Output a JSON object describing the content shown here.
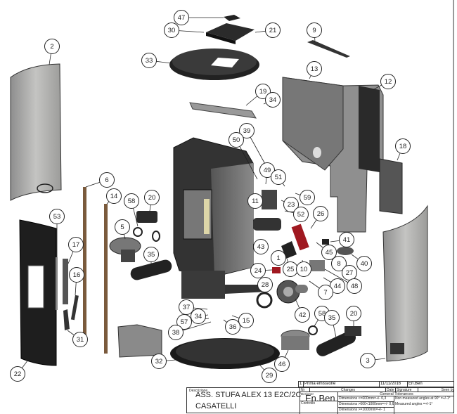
{
  "drawing": {
    "title": "Exploded view – ASS. STUFA ALEX 13 E2C/2C",
    "callouts": [
      {
        "id": "47",
        "label": "47"
      },
      {
        "id": "30",
        "label": "30"
      },
      {
        "id": "21",
        "label": "21"
      },
      {
        "id": "33",
        "label": "33"
      },
      {
        "id": "2",
        "label": "2"
      },
      {
        "id": "9",
        "label": "9"
      },
      {
        "id": "13",
        "label": "13"
      },
      {
        "id": "12",
        "label": "12"
      },
      {
        "id": "19",
        "label": "19"
      },
      {
        "id": "34a",
        "label": "34"
      },
      {
        "id": "39",
        "label": "39"
      },
      {
        "id": "50",
        "label": "50"
      },
      {
        "id": "49",
        "label": "49"
      },
      {
        "id": "51",
        "label": "51"
      },
      {
        "id": "18",
        "label": "18"
      },
      {
        "id": "11",
        "label": "11"
      },
      {
        "id": "59",
        "label": "59"
      },
      {
        "id": "23",
        "label": "23"
      },
      {
        "id": "52",
        "label": "52"
      },
      {
        "id": "26",
        "label": "26"
      },
      {
        "id": "6",
        "label": "6"
      },
      {
        "id": "14",
        "label": "14"
      },
      {
        "id": "20a",
        "label": "20"
      },
      {
        "id": "58a",
        "label": "58"
      },
      {
        "id": "53",
        "label": "53"
      },
      {
        "id": "5",
        "label": "5"
      },
      {
        "id": "17",
        "label": "17"
      },
      {
        "id": "35a",
        "label": "35"
      },
      {
        "id": "41",
        "label": "41"
      },
      {
        "id": "43",
        "label": "43"
      },
      {
        "id": "1",
        "label": "1"
      },
      {
        "id": "45",
        "label": "45"
      },
      {
        "id": "40",
        "label": "40"
      },
      {
        "id": "8",
        "label": "8"
      },
      {
        "id": "27",
        "label": "27"
      },
      {
        "id": "24",
        "label": "24"
      },
      {
        "id": "25",
        "label": "25"
      },
      {
        "id": "10",
        "label": "10"
      },
      {
        "id": "48",
        "label": "48"
      },
      {
        "id": "44",
        "label": "44"
      },
      {
        "id": "16",
        "label": "16"
      },
      {
        "id": "28",
        "label": "28"
      },
      {
        "id": "7",
        "label": "7"
      },
      {
        "id": "42",
        "label": "42"
      },
      {
        "id": "37",
        "label": "37"
      },
      {
        "id": "34b",
        "label": "34"
      },
      {
        "id": "15",
        "label": "15"
      },
      {
        "id": "57",
        "label": "57"
      },
      {
        "id": "36",
        "label": "36"
      },
      {
        "id": "58b",
        "label": "58"
      },
      {
        "id": "35b",
        "label": "35"
      },
      {
        "id": "20b",
        "label": "20"
      },
      {
        "id": "38",
        "label": "38"
      },
      {
        "id": "31",
        "label": "31"
      },
      {
        "id": "46",
        "label": "46"
      },
      {
        "id": "22",
        "label": "22"
      },
      {
        "id": "32",
        "label": "32"
      },
      {
        "id": "29",
        "label": "29"
      },
      {
        "id": "3",
        "label": "3"
      }
    ]
  },
  "title_block": {
    "revision": {
      "number": "1",
      "description": "Prima emissione",
      "date": "11/11/2016",
      "author": "En.Ben"
    },
    "headers": {
      "nr": "Nr",
      "changes": "Changes",
      "date": "Date",
      "signature": "Signature",
      "seen_by": "Seen by"
    },
    "description_label": "Descrizione",
    "description_line1": "ASS. STUFA ALEX 13 E2C/2C",
    "description_line2": "CASATELLI",
    "designer_label": "Designer",
    "designer": "En.Ben",
    "checked_label": "Controllo",
    "general_tolerances": "General Tolerances",
    "tolerances": [
      "Dimensions <=600mm=+/- 0,3",
      "Dimensions >600<1000mm=+/- 0,6",
      "Dimensions >=1000mm=+/- 1"
    ],
    "angles": [
      "Non measured angles at 90° =+/-1°",
      "Measured angles =+/-1°"
    ]
  }
}
